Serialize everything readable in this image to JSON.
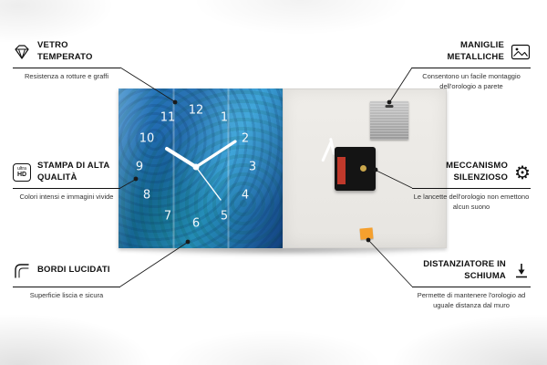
{
  "product": {
    "clock_numbers": [
      "1",
      "2",
      "3",
      "4",
      "5",
      "6",
      "7",
      "8",
      "9",
      "10",
      "11",
      "12"
    ]
  },
  "accent_colors": {
    "clock_blue": "#1b5fa6",
    "foam_orange": "#f5a02e",
    "battery_red": "#c0392b"
  },
  "callouts": {
    "tl": {
      "icon": "diamond-icon",
      "title": "VETRO TEMPERATO",
      "subtitle": "Resistenza a rotture e graffi"
    },
    "ml": {
      "icon": "ultra-hd-icon",
      "icon_top": "ultra",
      "icon_bottom": "HD",
      "title": "STAMPA DI ALTA QUALITÀ",
      "subtitle": "Colori intensi e immagini vivide"
    },
    "bl": {
      "icon": "polished-edge-icon",
      "title": "BORDI LUCIDATI",
      "subtitle": "Superficie liscia e sicura"
    },
    "tr": {
      "icon": "picture-frame-icon",
      "title": "MANIGLIE METALLICHE",
      "subtitle": "Consentono un facile montaggio dell'orologio a parete"
    },
    "mr": {
      "icon": "gear-icon",
      "gear_glyph": "⚙",
      "title": "MECCANISMO SILENZIOSO",
      "subtitle": "Le lancette dell'orologio non emettono alcun suono"
    },
    "br": {
      "icon": "spacer-arrow-icon",
      "title": "DISTANZIATORE IN SCHIUMA",
      "subtitle": "Permette di mantenere l'orologio ad uguale distanza dal muro"
    }
  }
}
